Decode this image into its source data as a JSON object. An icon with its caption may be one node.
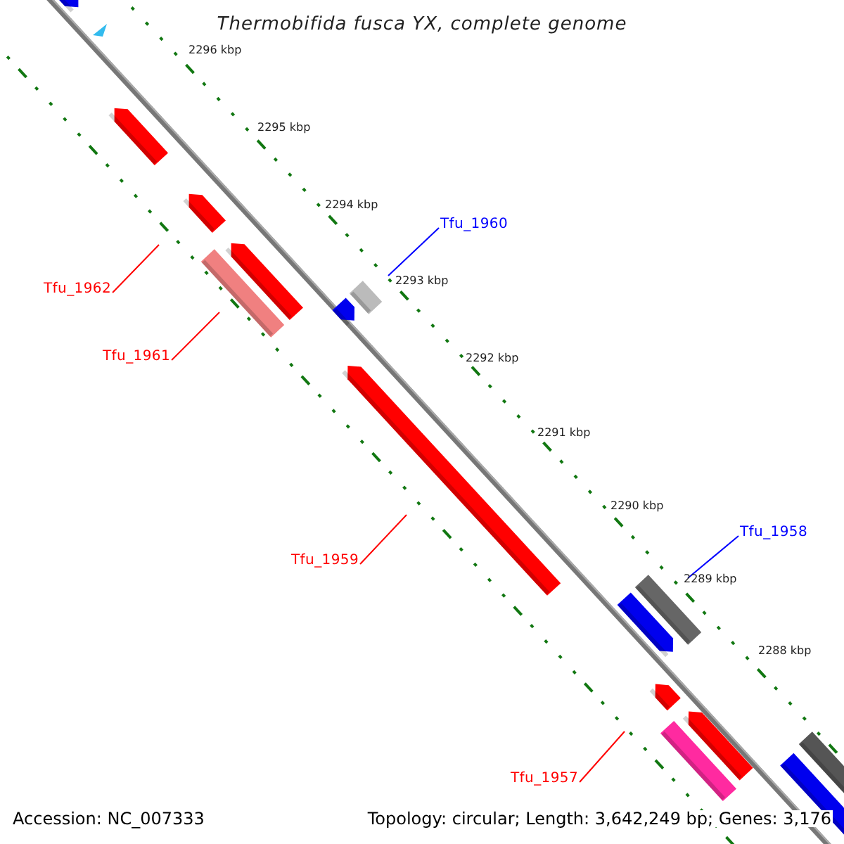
{
  "diagram": {
    "title": "Thermobifida fusca YX, complete genome",
    "nodes": [
      {
        "text": [
          "Tfu_1962"
        ]
      },
      {
        "text": [],
        "shape": "arrow"
      },
      {
        "text": [
          "Tfu_1961"
        ]
      },
      {
        "text": [],
        "shape": "bar"
      },
      {
        "text": [
          "Tfu_1960"
        ]
      },
      {
        "text": [],
        "shape": "bar"
      },
      {
        "text": [
          "Tfu_1959"
        ]
      },
      {
        "text": [],
        "shape": "arrow"
      },
      {
        "text": [
          "Tfu_1958"
        ]
      },
      {
        "text": [],
        "shape": "bar"
      },
      {
        "text": [
          "Tfu_1957"
        ]
      },
      {
        "text": [],
        "shape": "bar"
      }
    ],
    "edges": [
      {
        "from": 0,
        "to": 1,
        "arrow": "none"
      },
      {
        "from": 2,
        "to": 3,
        "arrow": "none"
      },
      {
        "from": 4,
        "to": 5,
        "arrow": "none",
        "color": "#0000ff"
      },
      {
        "from": 6,
        "to": 7,
        "arrow": "none"
      },
      {
        "from": 8,
        "to": 9,
        "arrow": "none",
        "color": "#0000ff"
      },
      {
        "from": 10,
        "to": 11,
        "arrow": "none"
      }
    ],
    "labels": [
      "2296 kbp",
      "2295 kbp",
      "2294 kbp",
      "2293 kbp",
      "2292 kbp",
      "2291 kbp",
      "2290 kbp",
      "2289 kbp",
      "2288 kbp",
      "Accession: NC_007333",
      "Topology: circular; Length: 3,642,249 bp; Genes: 3,176"
    ]
  }
}
